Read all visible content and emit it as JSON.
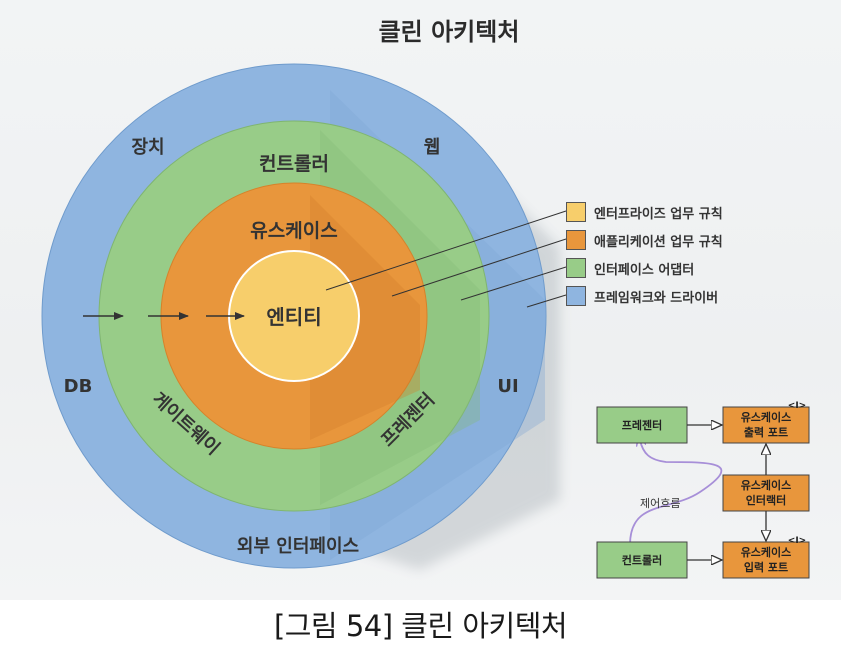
{
  "title": "클린 아키텍처",
  "caption": "[그림 54] 클린 아키텍처",
  "rings": {
    "outer": {
      "labels": {
        "top_left": "장치",
        "top_right": "웹",
        "left": "DB",
        "right": "UI",
        "bottom": "외부 인터페이스"
      }
    },
    "adapter": {
      "labels": {
        "top": "컨트롤러",
        "bottom_left": "게이트웨이",
        "bottom_right": "프레젠터"
      }
    },
    "usecase": {
      "label": "유스케이스"
    },
    "entity": {
      "label": "엔티티"
    }
  },
  "legend": [
    {
      "label": "엔터프라이즈 업무 규칙",
      "color": "#f7ce6b"
    },
    {
      "label": "애플리케이션 업무 규칙",
      "color": "#e8963c"
    },
    {
      "label": "인터페이스 어댑터",
      "color": "#98cc88"
    },
    {
      "label": "프레임워크와 드라이버",
      "color": "#8fb5e0"
    }
  ],
  "flow": {
    "presenter": "프레젠터",
    "controller": "컨트롤러",
    "output_port": [
      "유스케이스",
      "출력 포트"
    ],
    "interactor": [
      "유스케이스",
      "인터랙터"
    ],
    "input_port": [
      "유스케이스",
      "입력 포트"
    ],
    "interface_mark": "<I>",
    "control_flow": "제어흐름"
  },
  "colors": {
    "entity": "#f7ce6b",
    "usecase": "#e8963c",
    "adapter": "#98cc88",
    "outer": "#8fb5e0",
    "flow_green": "#98cc88",
    "flow_orange": "#e8963c",
    "flow_curve": "#a78fd8"
  }
}
